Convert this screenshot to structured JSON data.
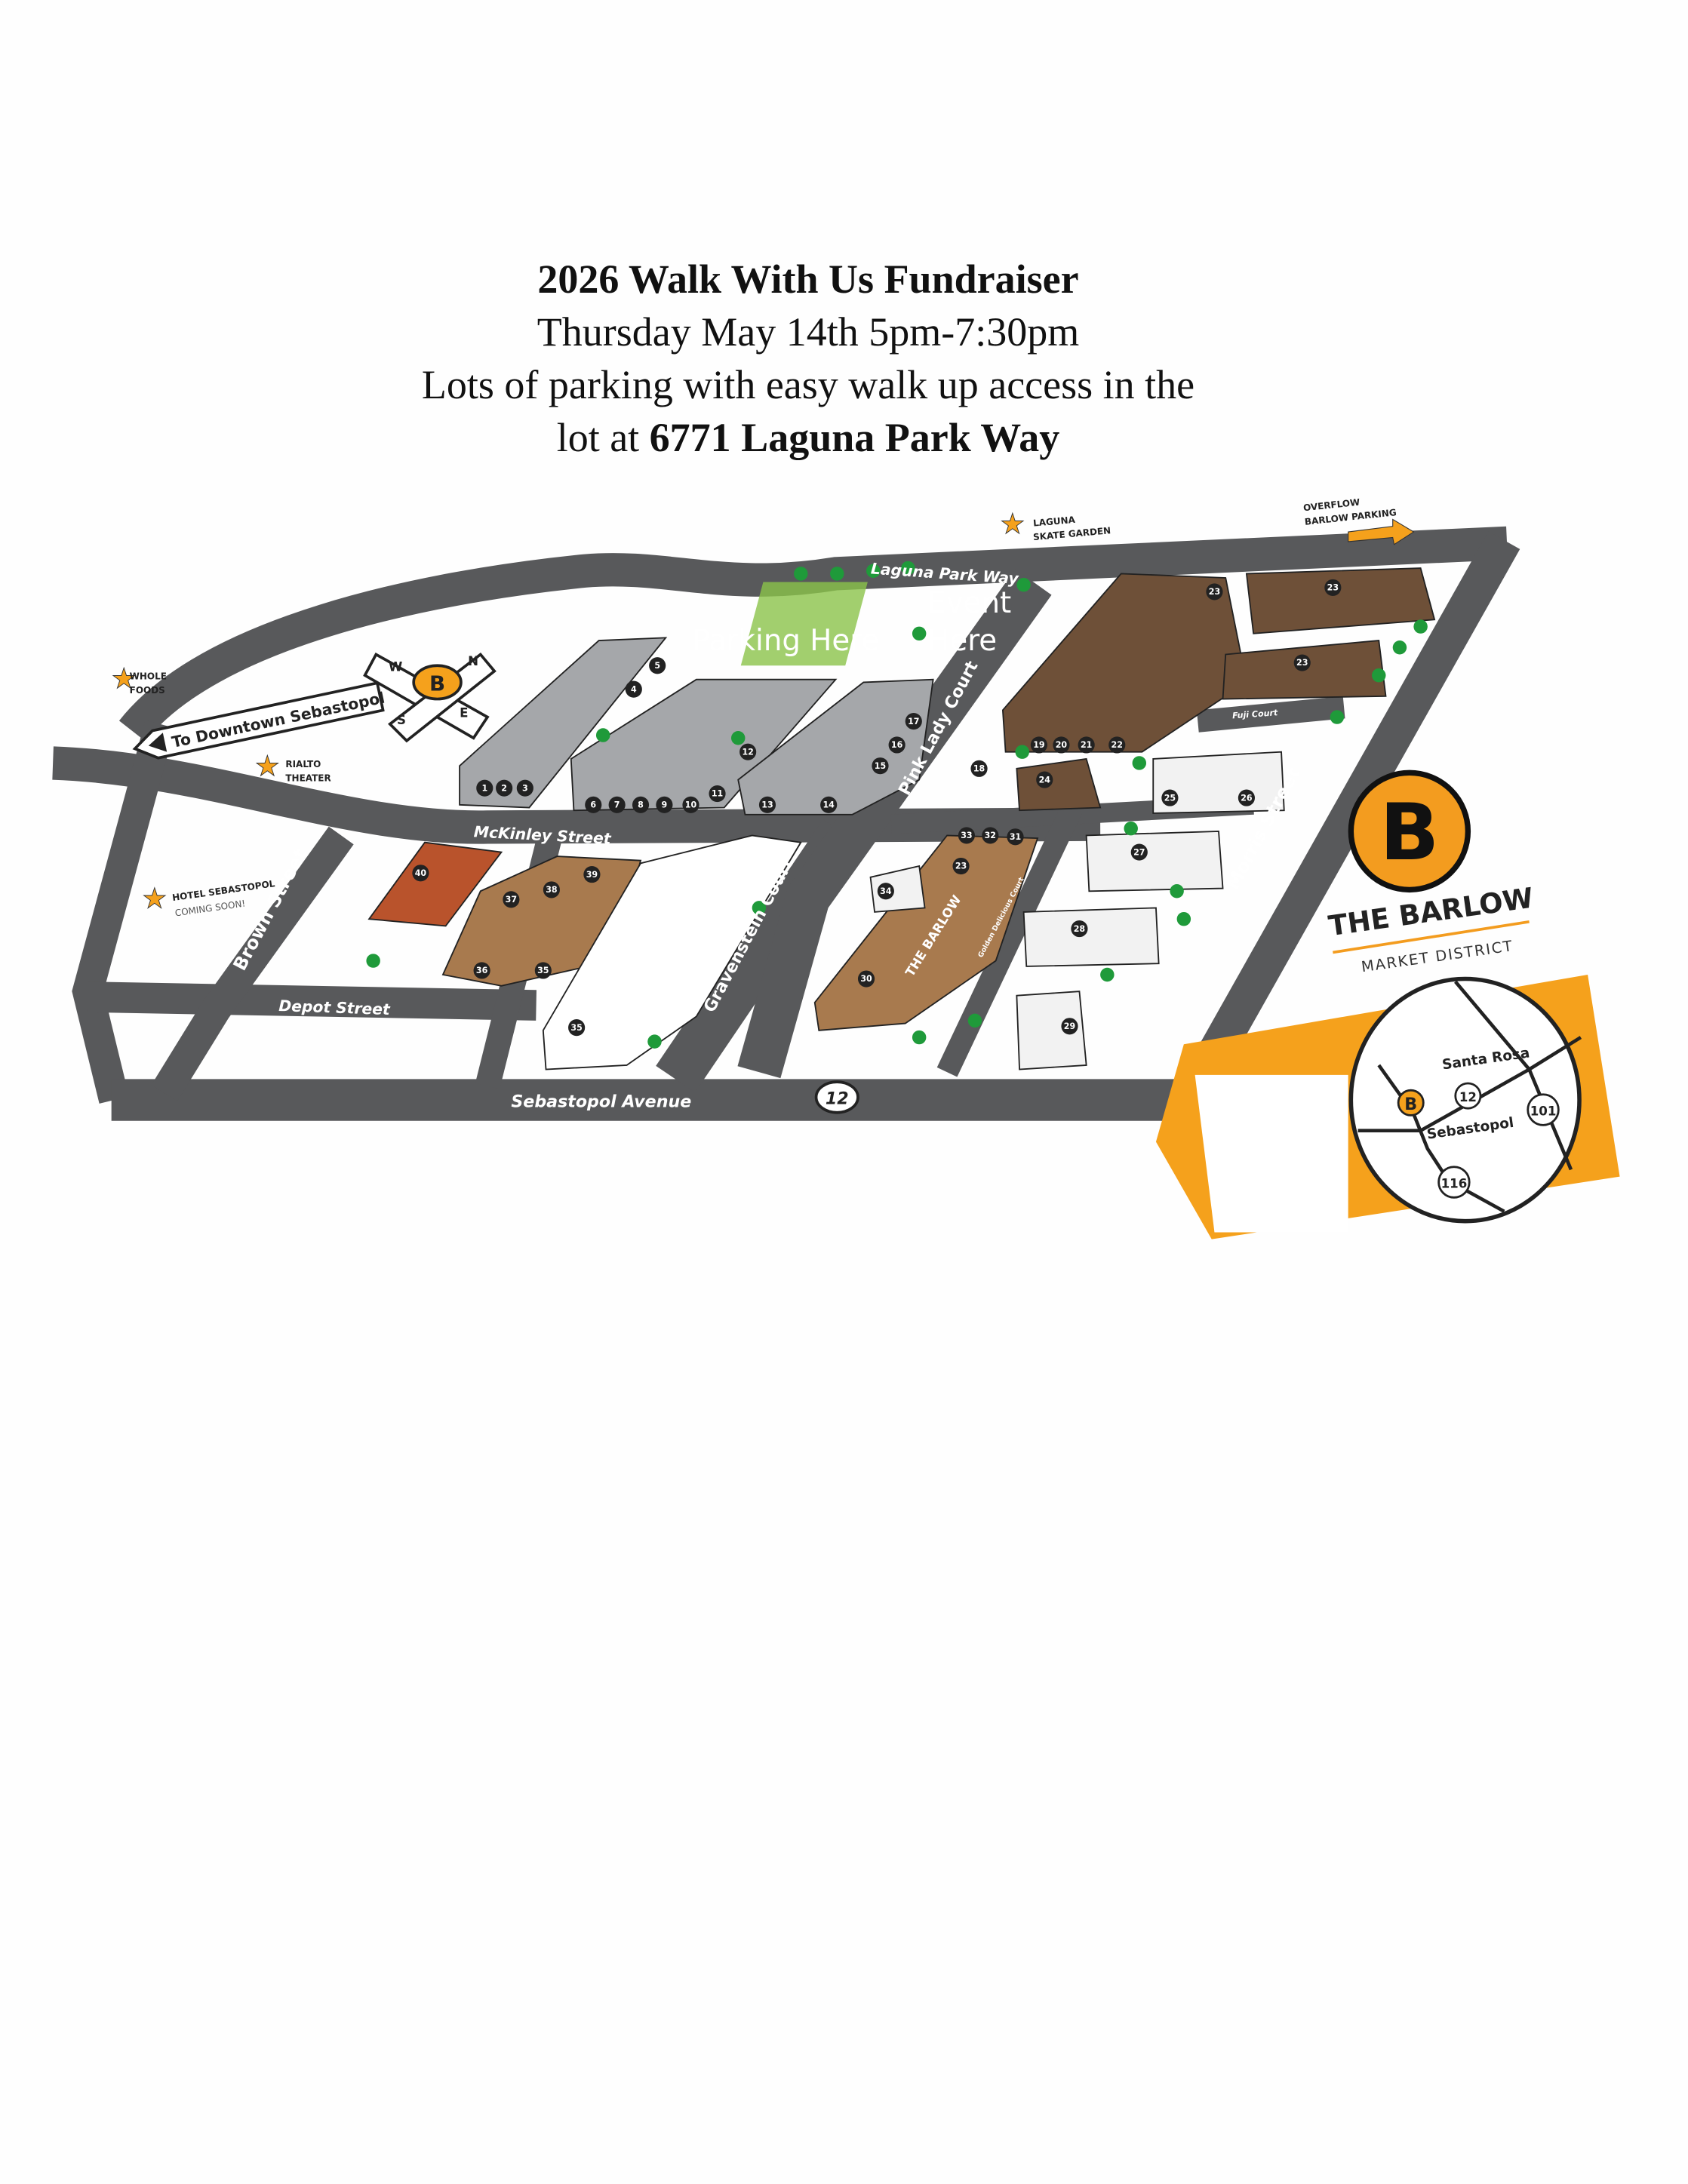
{
  "flyer": {
    "title": "2026 Walk With Us Fundraiser",
    "date_time": "Thursday May 14th 5pm-7:30pm",
    "parking_line": "Lots of parking with easy walk up access in the",
    "address_prefix": "lot at ",
    "address": "6771 Laguna Park Way"
  },
  "map": {
    "overlays": {
      "parking": "Parking Here",
      "event_line1": "Event",
      "event_line2": "Here"
    },
    "streets": {
      "laguna_park_way": "Laguna Park Way",
      "mckinley": "McKinley Street",
      "depot": "Depot Street",
      "sebastopol_ave": "Sebastopol Avenue",
      "brown": "Brown Street",
      "gravenstein": "Gravenstein Court",
      "pink_lady": "Pink Lady Court",
      "fuji": "Fuji Court",
      "morris": "Morris Street",
      "golden_delicious": "Golden Delicious Court"
    },
    "route_shield": "12",
    "landmarks": {
      "whole_foods": [
        "WHOLE",
        "FOODS"
      ],
      "rialto": [
        "RIALTO",
        "THEATER"
      ],
      "hotel": [
        "HOTEL SEBASTOPOL",
        "COMING SOON!"
      ],
      "skate": [
        "LAGUNA",
        "SKATE GARDEN"
      ],
      "overflow": [
        "OVERFLOW",
        "BARLOW PARKING"
      ]
    },
    "downtown_sign": "To Downtown Sebastopol",
    "compass": {
      "n": "N",
      "e": "E",
      "s": "S",
      "w": "W",
      "center": "B"
    },
    "building_sign": "THE BARLOW",
    "unit_labels": [
      "1",
      "2",
      "3",
      "4",
      "5",
      "6",
      "7",
      "8",
      "9",
      "10",
      "11",
      "12",
      "13",
      "14",
      "15",
      "16",
      "17",
      "18",
      "19",
      "20",
      "21",
      "22",
      "23",
      "23",
      "23",
      "24",
      "25",
      "26",
      "27",
      "28",
      "29",
      "30",
      "31",
      "32",
      "33",
      "34",
      "23",
      "35",
      "36",
      "37",
      "38",
      "39",
      "40",
      "35"
    ],
    "colors": {
      "road": "#58595b",
      "accent": "#f5a11c",
      "brown_roof": "#6e5038",
      "tan_roof": "#a87a4e",
      "red_roof": "#b9532c",
      "gray_roof": "#a5a7aa",
      "tree": "#1f9a3a"
    }
  },
  "brand": {
    "logo_letter": "B",
    "name": "THE BARLOW",
    "tagline": "MARKET DISTRICT",
    "inset": {
      "city1": "Santa Rosa",
      "city2": "Sebastopol",
      "routes": [
        "12",
        "101",
        "116"
      ],
      "logo": "B"
    }
  }
}
